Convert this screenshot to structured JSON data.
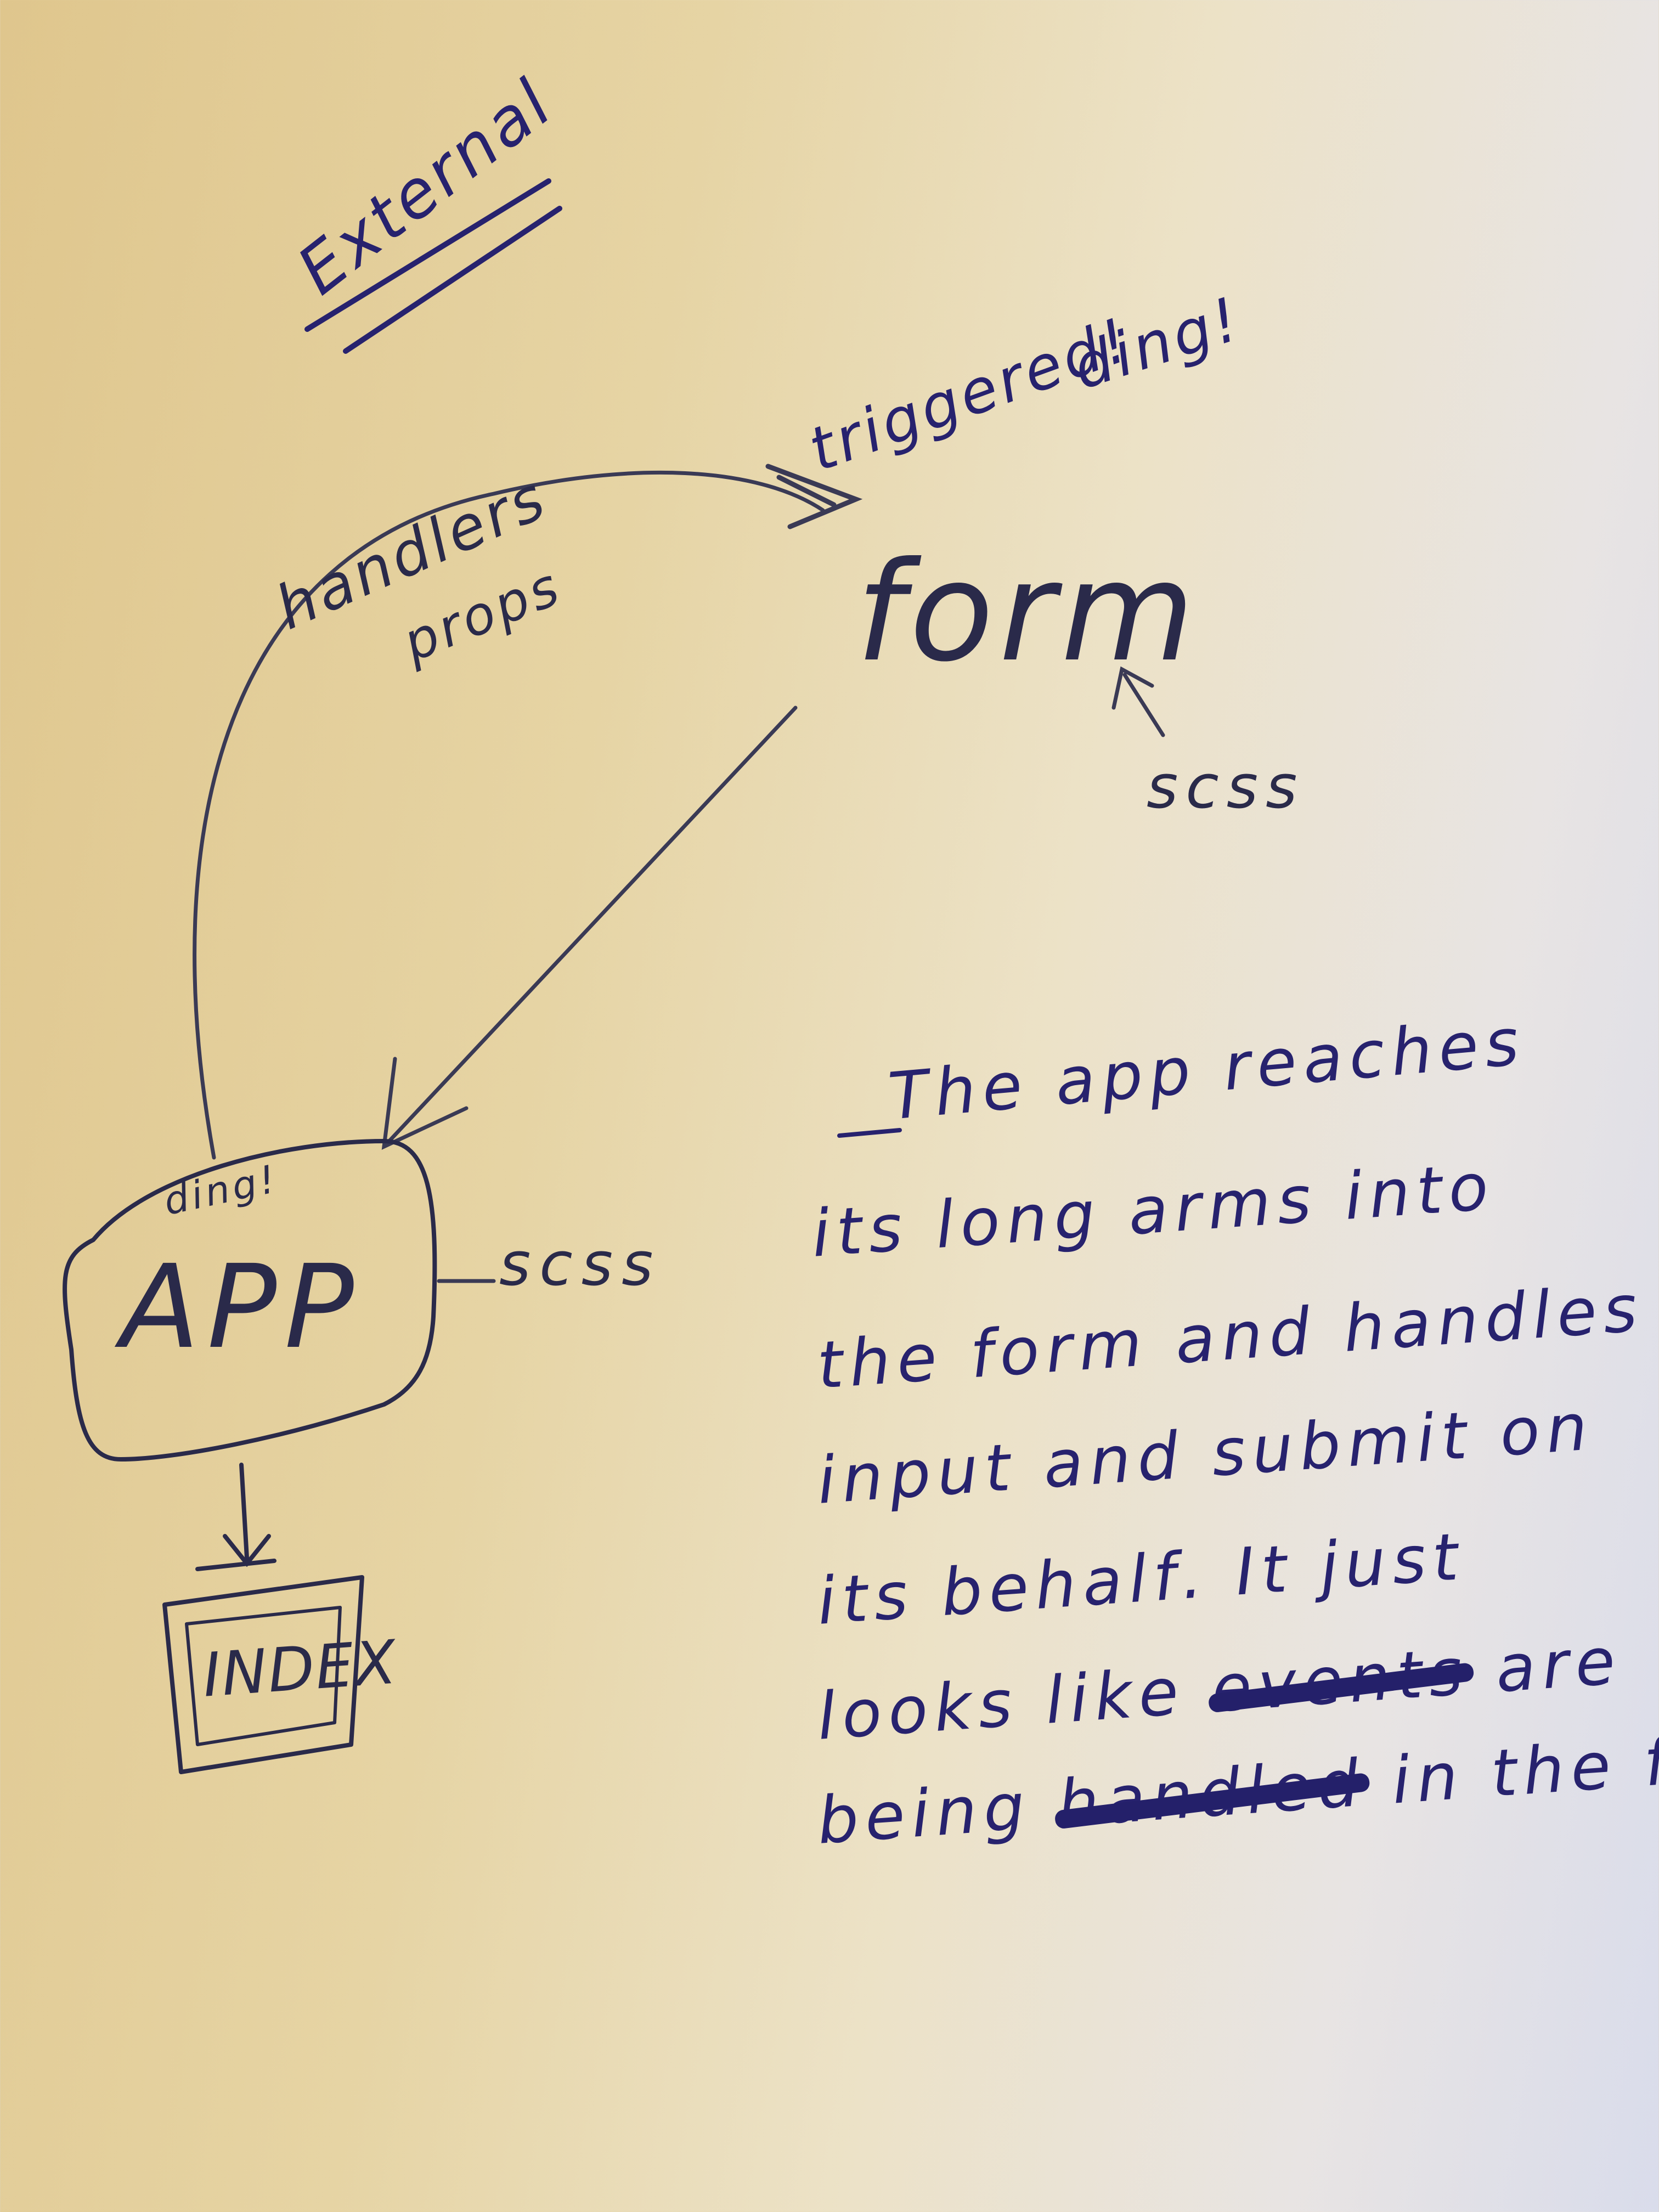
{
  "diagram": {
    "labels": {
      "external": "External",
      "triggered": "triggered!",
      "ding_top": "ding!",
      "handlers": "handlers",
      "props": "props",
      "form": "form",
      "scss_form": "scss",
      "ding_app": "ding!",
      "app": "APP",
      "scss_app": "scss",
      "index": "INDEX"
    },
    "note": {
      "line1": "The app reaches",
      "line2": "its long arms into",
      "line3": "the form and handles",
      "line4": "input and submit on",
      "line5": "its behalf. It just",
      "line6_a": "looks like",
      "line6_struck": "events",
      "line6_b": "are",
      "line7_a": "being",
      "line7_struck": "handled",
      "line7_b": "in the form."
    }
  },
  "colors": {
    "ink_pencil": "#2a2a4a",
    "ink_blue": "#27226e"
  }
}
